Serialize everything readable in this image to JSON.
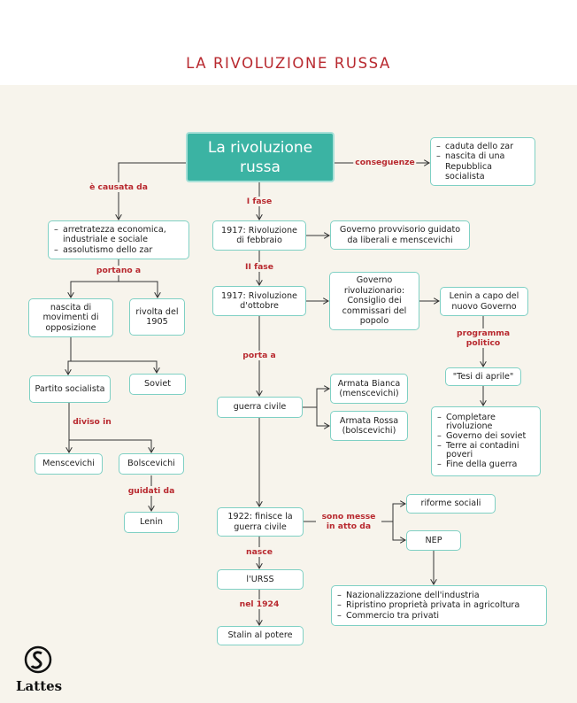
{
  "title": "LA RIVOLUZIONE RUSSA",
  "main": "La rivoluzione russa",
  "nodes": {
    "causes": [
      "arretratezza economica, industriale e sociale",
      "assolutismo dello zar"
    ],
    "movements": "nascita di movimenti di opposizione",
    "revolt1905": "rivolta del 1905",
    "socialist_party": "Partito socialista",
    "soviet": "Soviet",
    "mensheviks": "Menscevichi",
    "bolsheviks": "Bolscevichi",
    "lenin": "Lenin",
    "feb1917": "1917: Rivoluzione di febbraio",
    "provisional_gov": "Governo provvisorio guidato da liberali e menscevichi",
    "oct1917": "1917: Rivoluzione d'ottobre",
    "rev_gov": "Governo rivoluzionario: Consiglio dei commissari del popolo",
    "lenin_head": "Lenin a capo del nuovo Governo",
    "april_theses": "\"Tesi di aprile\"",
    "april_items": [
      "Completare rivoluzione",
      "Governo dei soviet",
      "Terre ai contadini poveri",
      "Fine della guerra"
    ],
    "consequences": [
      "caduta dello zar",
      "nascita di una Repubblica socialista"
    ],
    "civil_war": "guerra civile",
    "white_army": "Armata Bianca (menscevichi)",
    "red_army": "Armata Rossa (bolscevichi)",
    "end_1922": "1922: finisce la guerra civile",
    "social_reforms": "riforme sociali",
    "nep": "NEP",
    "nep_items": [
      "Nazionalizzazione dell'industria",
      "Ripristino proprietà privata in agricoltura",
      "Commercio tra privati"
    ],
    "urss": "l'URSS",
    "stalin": "Stalin al potere"
  },
  "labels": {
    "caused_by": "è causata da",
    "consequences": "conseguenze",
    "phase1": "I fase",
    "phase2": "II fase",
    "lead_to": "portano a",
    "divided_into": "diviso in",
    "led_by": "guidati da",
    "leads_to": "porta a",
    "political_program": "programma politico",
    "implemented": "sono messe in atto da",
    "born": "nasce",
    "in_1924": "nel 1924"
  },
  "logo": {
    "text": "Lattes"
  },
  "colors": {
    "accent_red": "#b8292f",
    "teal": "#3bb3a3",
    "border": "#7fd0c4",
    "background": "#f7f4ec"
  }
}
